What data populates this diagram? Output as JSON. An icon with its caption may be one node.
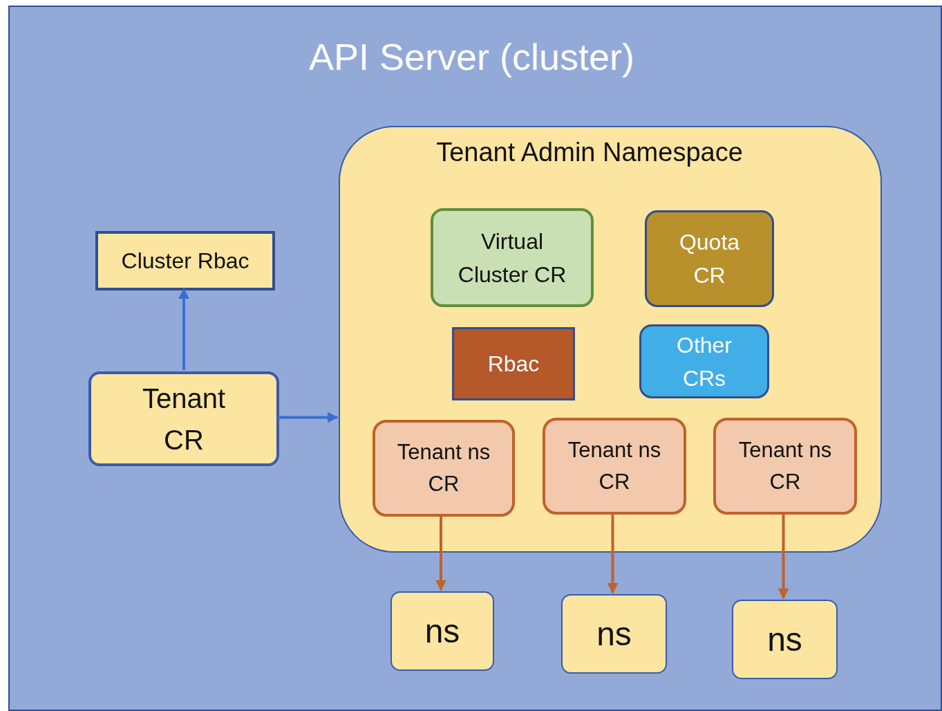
{
  "diagram": {
    "nodes": [
      {
        "text": [
          "API Server (cluster)"
        ]
      },
      {
        "text": [
          "Cluster Rbac"
        ],
        "in": 0
      },
      {
        "text": [
          "Tenant CR"
        ],
        "in": 0
      },
      {
        "text": [
          "Tenant Admin Namespace"
        ],
        "in": 0
      },
      {
        "text": [
          "Virtual Cluster CR"
        ],
        "in": 3
      },
      {
        "text": [
          "Quota CR"
        ],
        "in": 3
      },
      {
        "text": [
          "Rbac"
        ],
        "in": 3
      },
      {
        "text": [
          "Other CRs"
        ],
        "in": 3
      },
      {
        "text": [
          "Tenant ns CR"
        ],
        "in": 3
      },
      {
        "text": [
          "Tenant ns CR"
        ],
        "in": 3
      },
      {
        "text": [
          "Tenant ns CR"
        ],
        "in": 3
      },
      {
        "text": [
          "ns"
        ],
        "in": 0
      },
      {
        "text": [
          "ns"
        ],
        "in": 0
      },
      {
        "text": [
          "ns"
        ],
        "in": 0
      }
    ],
    "edges": [
      {
        "from": 2,
        "to": 1,
        "arrow": "to",
        "color": "#3a6fd0"
      },
      {
        "from": 2,
        "to": 3,
        "arrow": "to",
        "color": "#3a6fd0"
      },
      {
        "from": 8,
        "to": 11,
        "arrow": "to"
      },
      {
        "from": 9,
        "to": 12,
        "arrow": "to"
      },
      {
        "from": 10,
        "to": 13,
        "arrow": "to"
      }
    ]
  }
}
